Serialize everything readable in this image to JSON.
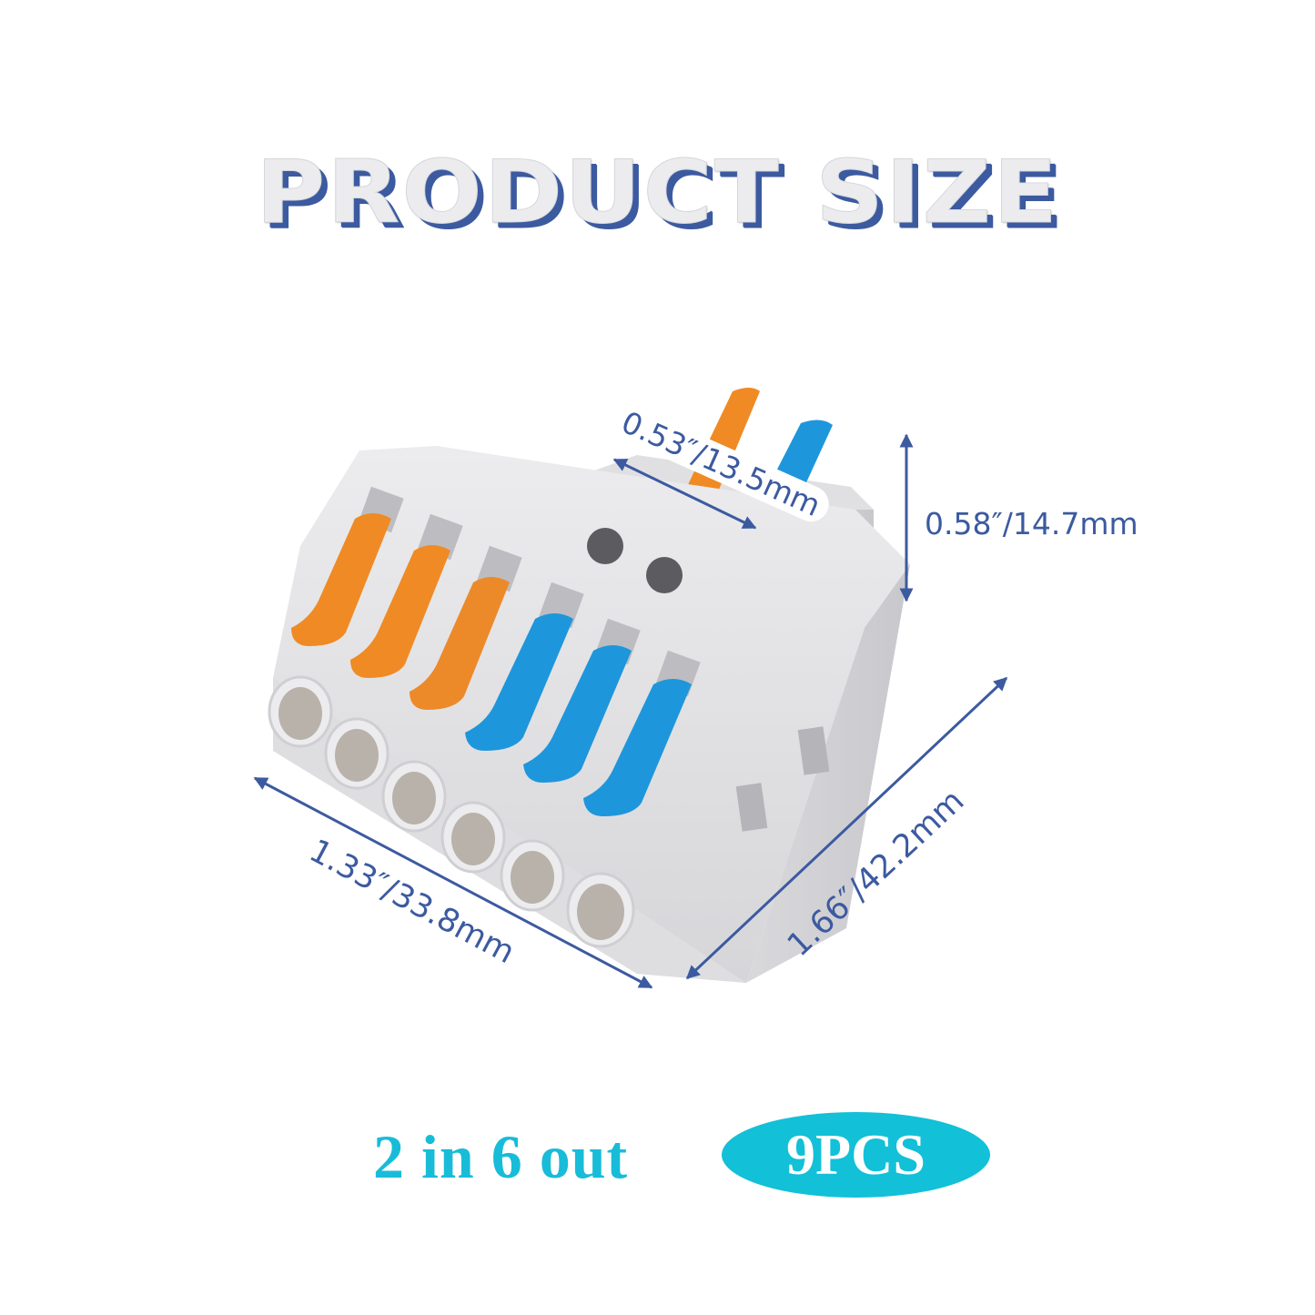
{
  "header": {
    "title": "PRODUCT SIZE"
  },
  "product": {
    "type": "lever wire connector",
    "inputs": 2,
    "outputs": 6,
    "lever_colors": {
      "orange": "#f08a24",
      "blue": "#1e96dc",
      "body": "#e2e2e4"
    }
  },
  "dimensions": {
    "top_width": "0.53″/13.5mm",
    "height": "0.58″/14.7mm",
    "width": "1.33″/33.8mm",
    "depth": "1.66″/42.2mm"
  },
  "footer": {
    "configuration": "2 in 6 out",
    "quantity_badge": "9PCS"
  },
  "colors": {
    "title_fill": "#ececef",
    "title_shadow": "#3c5aa0",
    "dimension_text": "#3c5aa0",
    "footer_text": "#18bcd8",
    "badge_bg": "#12c0d8"
  }
}
